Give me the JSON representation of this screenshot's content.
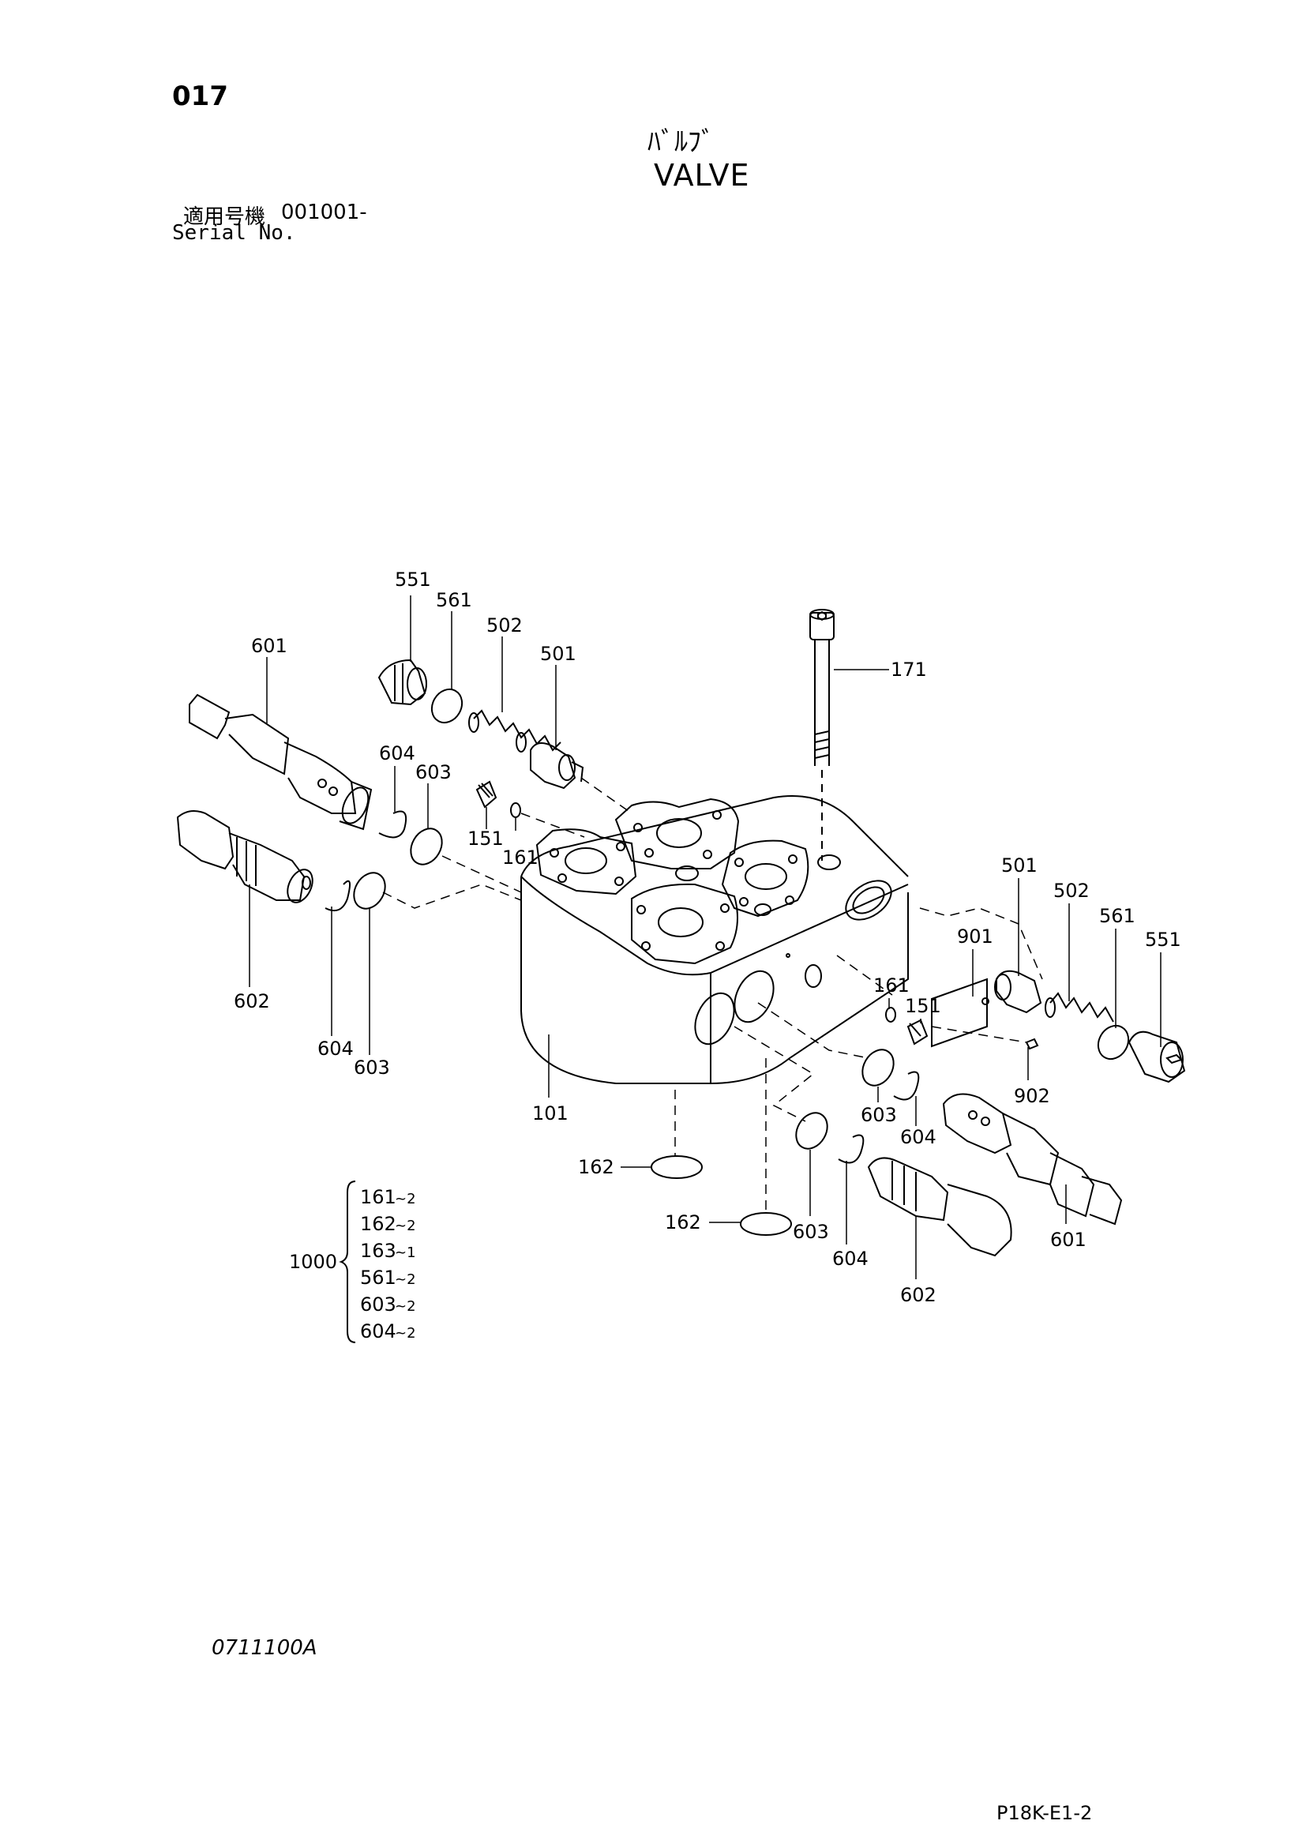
{
  "header": {
    "page_number": "017",
    "title_jp": "ﾊﾞﾙﾌﾞ",
    "title_en": "VALVE",
    "serial_label_jp": "適用号機",
    "serial_range": "001001-",
    "serial_label_en": "Serial No."
  },
  "callouts": {
    "c551a": "551",
    "c561a": "561",
    "c502a": "502",
    "c501a": "501",
    "c601a": "601",
    "c604a": "604",
    "c603a": "603",
    "c151a": "151",
    "c161a": "161",
    "c602a": "602",
    "c604b": "604",
    "c603b": "603",
    "c171": "171",
    "c101": "101",
    "c501b": "501",
    "c502b": "502",
    "c561b": "561",
    "c551b": "551",
    "c901": "901",
    "c161b": "161",
    "c151b": "151",
    "c902": "902",
    "c603c": "603",
    "c604c": "604",
    "c162a": "162",
    "c162b": "162",
    "c603d": "603",
    "c604d": "604",
    "c602b": "602",
    "c601b": "601"
  },
  "kit": {
    "number": "1000",
    "items": [
      {
        "part": "161",
        "qty": "~2"
      },
      {
        "part": "162",
        "qty": "~2"
      },
      {
        "part": "163",
        "qty": "~1"
      },
      {
        "part": "561",
        "qty": "~2"
      },
      {
        "part": "603",
        "qty": "~2"
      },
      {
        "part": "604",
        "qty": "~2"
      }
    ]
  },
  "footer": {
    "drawing_code": "0711100A",
    "page_ref": "P18K-E1-2"
  }
}
